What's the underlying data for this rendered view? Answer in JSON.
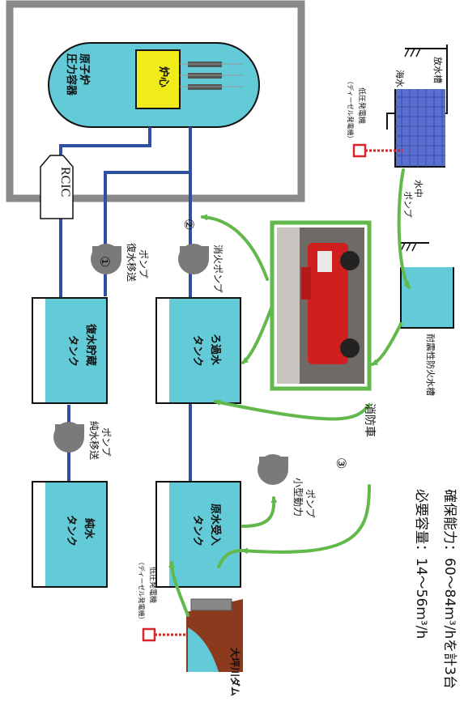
{
  "reactor": {
    "label1": "原子炉",
    "label2": "圧力容器",
    "core_label": "炉心"
  },
  "rcic": {
    "label": "RCIC"
  },
  "pumps": {
    "condensate_transfer": {
      "line1": "復水移送",
      "line2": "ポンプ",
      "number": "①"
    },
    "fire": {
      "label": "消火ポンプ",
      "number": "②"
    },
    "pure_water_transfer": {
      "line1": "純水移送",
      "line2": "ポンプ"
    },
    "small_power": {
      "line1": "小型動力",
      "line2": "ポンプ"
    },
    "underwater": {
      "line1": "水中",
      "line2": "ポンプ"
    }
  },
  "tanks": {
    "condensate_storage": {
      "line1": "復水貯蔵",
      "line2": "タンク"
    },
    "filtered_water": {
      "line1": "ろ過水",
      "line2": "タンク"
    },
    "pure_water": {
      "line1": "純水",
      "line2": "タンク"
    },
    "raw_water": {
      "line1": "原水受入",
      "line2": "タンク"
    },
    "seismic_fire_cistern": {
      "label": "耐震性防火水槽"
    }
  },
  "fire_truck": {
    "label": "消防車",
    "number": "③"
  },
  "sea": {
    "seawater": "海水",
    "outlet": "放水槽"
  },
  "generators": {
    "top": {
      "line1": "低圧発電機",
      "line2": "（ディーゼル発電機）"
    },
    "bottom": {
      "line1": "低圧発電機",
      "line2": "（ディーゼル発電機）"
    }
  },
  "dam": {
    "label": "大坪川ダム"
  },
  "capacity": {
    "required": "必要容量：14〜56m³/h",
    "secured": "確保能力：60〜84m³/hを計3台"
  },
  "colors": {
    "tank_fill": "#63cad8",
    "pipe_blue": "#2f4fa0",
    "arrow_green": "#62b84a",
    "generator_red": "#d8242a",
    "core_yellow": "#f0ec1a",
    "building_grey": "#8a8a8a",
    "sea_blue": "#5b6fd0",
    "dam_brown": "#8b3a1e"
  }
}
